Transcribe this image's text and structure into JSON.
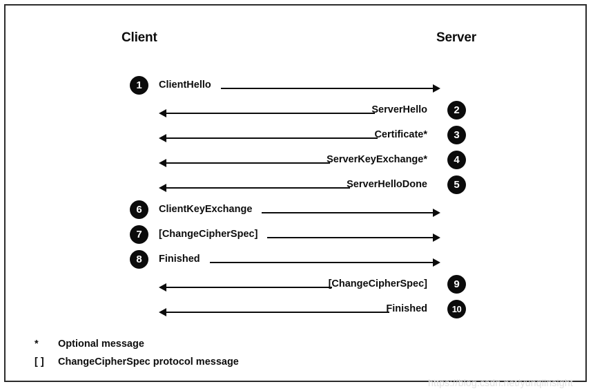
{
  "frame": {
    "border_color": "#2b2b2b",
    "background": "#ffffff"
  },
  "headers": {
    "client": "Client",
    "server": "Server"
  },
  "accent": {
    "badge_fill": "#0b0b0b",
    "badge_text": "#ffffff",
    "line_color": "#0b0b0b",
    "text_color": "#0d0d0d",
    "watermark_color": "#e2e2e2"
  },
  "messages": [
    {
      "num": "1",
      "label": "ClientHello",
      "direction": "to-server"
    },
    {
      "num": "2",
      "label": "ServerHello",
      "direction": "to-client"
    },
    {
      "num": "3",
      "label": "Certificate*",
      "direction": "to-client"
    },
    {
      "num": "4",
      "label": "ServerKeyExchange*",
      "direction": "to-client"
    },
    {
      "num": "5",
      "label": "ServerHelloDone",
      "direction": "to-client"
    },
    {
      "num": "6",
      "label": "ClientKeyExchange",
      "direction": "to-server"
    },
    {
      "num": "7",
      "label": "[ChangeCipherSpec]",
      "direction": "to-server"
    },
    {
      "num": "8",
      "label": "Finished",
      "direction": "to-server"
    },
    {
      "num": "9",
      "label": "[ChangeCipherSpec]",
      "direction": "to-client"
    },
    {
      "num": "10",
      "label": "Finished",
      "direction": "to-client"
    }
  ],
  "legend": [
    {
      "symbol": "*",
      "text": "Optional message"
    },
    {
      "symbol": "[ ]",
      "text": "ChangeCipherSpec protocol message"
    }
  ],
  "watermark": "https://blog.csdn.net/yunqiinsight"
}
